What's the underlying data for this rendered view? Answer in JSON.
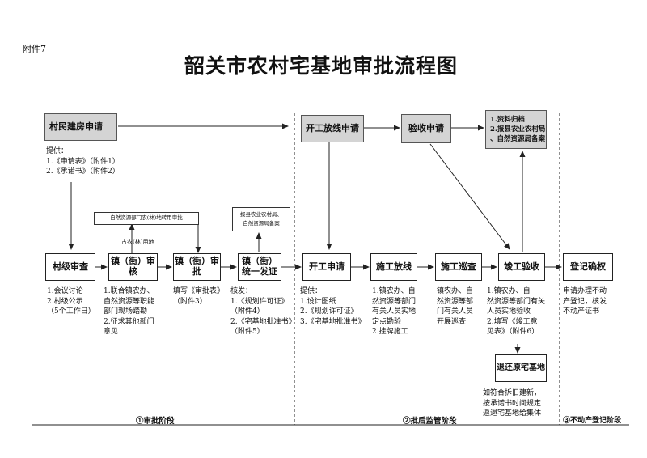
{
  "annex_label": "附件7",
  "title": "韶关市农村宅基地审批流程图",
  "boxes": {
    "apply": "村民建房申请",
    "village_review": "村级审查",
    "town_review": "镇（街）审核",
    "town_approve": "镇（街）审批",
    "town_issue": "镇（街）\n统一发证",
    "resource_dept": "自然资源部门农(林)地转用审批",
    "report_agri": "报县农业农村局、\n自然资源局备案",
    "start_apply": "开工放线申请",
    "start_apply2": "开工申请",
    "construction_line": "施工放线",
    "construction_inspect": "施工巡查",
    "completion_check": "竣工验收",
    "acceptance_apply": "验收申请",
    "archive": "1.资料归档\n2.报县农业农村局\n、自然资源局备案",
    "return_land": "退还原宅基地",
    "registration": "登记确权"
  },
  "labels": {
    "occupy_forest": "占农(林)用地"
  },
  "notes": {
    "apply_provide": "提供：\n1.《申请表》（附件1）\n2.《承诺书》（附件2）",
    "village": "1.会议讨论\n2.村级公示\n（5个工作日）",
    "town_review": "1.联合镇农办、\n自然资源等职能\n部门现场踏勘\n2.征求其他部门\n意见",
    "town_approve": "填写《审批表》\n（附件3）",
    "town_issue": "核发：\n1.《规划许可证》\n（附件4）\n2.《宅基地批准书》\n（附件5）",
    "start_apply": "提供：\n1.设计图纸\n2.《规划许可证》\n3.《宅基地批准书》",
    "construction_line": "1.镇农办、自\n然资源等部门\n有关人员实地\n定点勘验\n2.挂牌施工",
    "construction_inspect": "镇农办、自\n然资源等部\n门有关人员\n开展巡查",
    "completion_check": "1.镇农办、自\n然资源等部门有关\n人员实地验收\n2.填写《竣工意\n见表》（附件6）",
    "return_land": "如符合拆旧建新，\n按承诺书时间规定\n返退宅基地给集体",
    "registration": "申请办理不动\n产登记，核发\n不动产证书"
  },
  "stages": {
    "s1": "①审批阶段",
    "s2": "②批后监管阶段",
    "s3": "③不动产登记阶段"
  }
}
